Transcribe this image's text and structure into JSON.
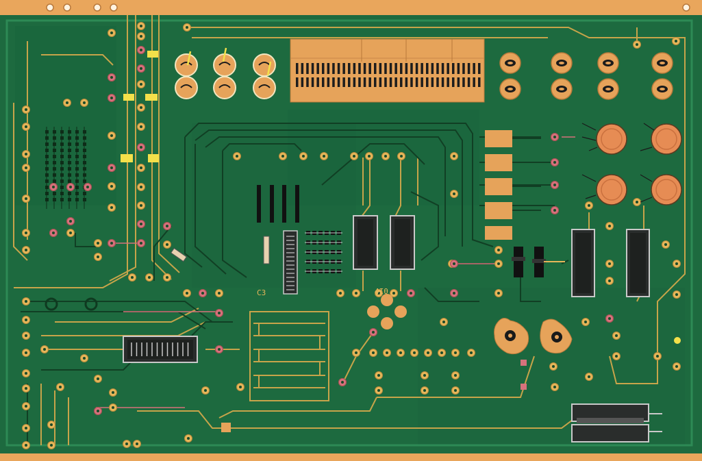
{
  "colors": {
    "substrate": "#1f6e42",
    "substrate_dark": "#175a35",
    "copper": "#e6a35a",
    "trace": "#c8a94a",
    "pad_ring": "#e6b75a",
    "pad_hole": "#1b4a2a",
    "silk_pink": "#d7727c",
    "ic_body": "#2a2d2c",
    "ic_pin": "#c9c9c9",
    "yellow_marker": "#f4e04a",
    "edge_strip": "#e9a65c"
  },
  "labels": {
    "ic_marking_left": "C3",
    "ic_marking_mid": "4I0"
  },
  "components": {
    "connector_header": "edge-connector",
    "relays": [
      "relay-1",
      "relay-2"
    ],
    "potentiometers": [
      "trim-1",
      "trim-2",
      "trim-3",
      "trim-4"
    ],
    "transformers": [
      "coil-1",
      "coil-2"
    ],
    "capacitors_orange": [
      "cap-1",
      "cap-2",
      "cap-3",
      "cap-4",
      "cap-5"
    ],
    "dip_switch": "serial-chip"
  }
}
